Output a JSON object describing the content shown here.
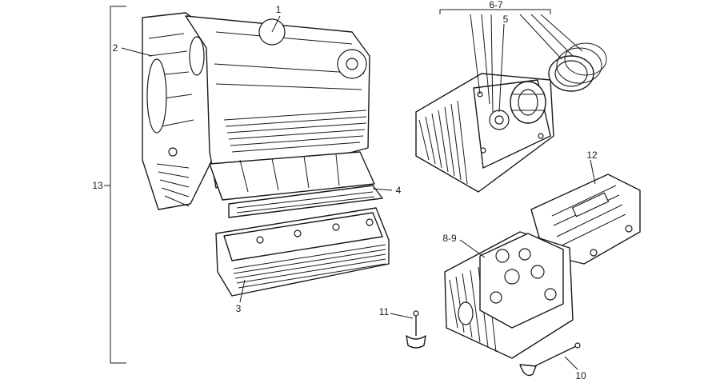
{
  "callouts": {
    "c1": "1",
    "c2": "2",
    "c3": "3",
    "c4": "4",
    "c5": "5",
    "c6_7": "6-7",
    "c8_9": "8-9",
    "c10": "10",
    "c11": "11",
    "c12": "12",
    "c13": "13"
  },
  "colors": {
    "ink": "#1a1a1a",
    "paper": "#ffffff"
  }
}
